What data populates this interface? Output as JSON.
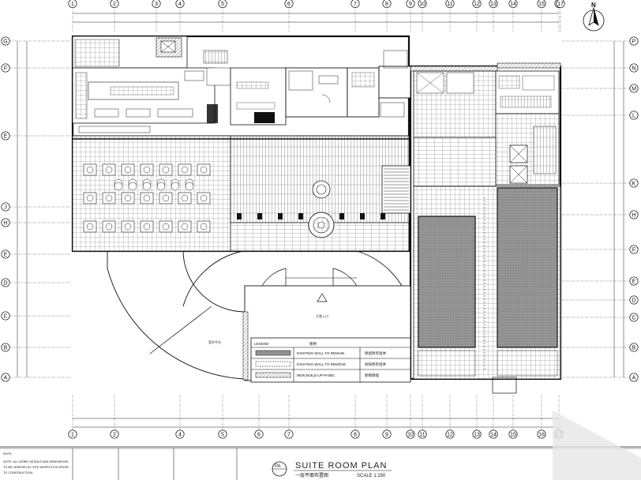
{
  "drawing": {
    "title": "SUITE ROOM PLAN",
    "subtitle": "一层平面布置图",
    "scale": "SCALE 1:150",
    "plan_id": "PA",
    "north_label": "N"
  },
  "grid": {
    "top_columns": [
      "1",
      "2",
      "3",
      "4",
      "5",
      "6",
      "7",
      "8",
      "9",
      "10",
      "11",
      "12",
      "13",
      "14",
      "15",
      "16",
      "17"
    ],
    "bottom_columns": [
      "1",
      "2",
      "4",
      "5",
      "6",
      "7",
      "8",
      "9",
      "10",
      "11",
      "12",
      "13",
      "14",
      "15",
      "16",
      "17"
    ],
    "left_rows": [
      "G",
      "F",
      "E",
      "J",
      "H",
      "E",
      "D",
      "C",
      "B",
      "A"
    ],
    "right_rows": [
      "P",
      "N",
      "M",
      "L",
      "K",
      "H",
      "F",
      "E",
      "D",
      "C",
      "B",
      "A"
    ]
  },
  "legend": {
    "header_left": "LEGEND",
    "header_right": "图例",
    "rows": [
      {
        "en": "EXISTING WALL TO REMAIN",
        "cn": "保留原有墙体"
      },
      {
        "en": "EXISTING WALL TO REMOVE",
        "cn": "拆除原有墙体"
      },
      {
        "en": "NEW BUILD-UP PANEL",
        "cn": "新砌隔墙"
      }
    ]
  },
  "rooms": {
    "entrance_label": "大堂入口",
    "terrace_label": "室外平台"
  },
  "notes": {
    "heading": "NOTE:",
    "lines": [
      "NOTE: ALL WORK DETAILS AND DIMENSIONS",
      "TO BE VERIFIED BY SITE INSPECTION PRIOR",
      "TO CONSTRUCTION."
    ]
  }
}
